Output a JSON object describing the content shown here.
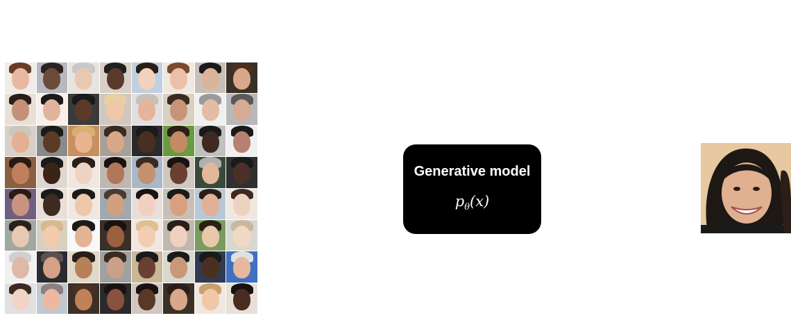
{
  "model": {
    "title": "Generative model",
    "formula_symbol": "p",
    "formula_subscript": "θ",
    "formula_argument": "(x)"
  },
  "face_grid": {
    "rows": 8,
    "columns": 8,
    "cells": [
      [
        "#e8b9a0",
        "#6b4a3a",
        "#e9c8b0",
        "#5a3a2a",
        "#f2d2c0",
        "#ecc0a8",
        "#d9b49a",
        "#d9a88a"
      ],
      [
        "#c49078",
        "#e0b49a",
        "#5b3a2a",
        "#f0c8a8",
        "#e6b49c",
        "#c89478",
        "#e2bca4",
        "#d6aa94"
      ],
      [
        "#e4b094",
        "#5c3a28",
        "#eab490",
        "#d8a888",
        "#4a2e22",
        "#c48a64",
        "#3e2a20",
        "#b88070"
      ],
      [
        "#c08060",
        "#3a2418",
        "#eed2c2",
        "#b07858",
        "#c49070",
        "#6a4030",
        "#e2b89a",
        "#4a3028"
      ],
      [
        "#c89480",
        "#3e2a20",
        "#eec8aa",
        "#d0a080",
        "#f0d0c0",
        "#d8a080",
        "#e0b098",
        "#eed2c0"
      ],
      [
        "#e8c8b0",
        "#f0ccac",
        "#e2b494",
        "#9a6040",
        "#f2cdb0",
        "#f0d0c0",
        "#e8c8a8",
        "#f0d8c4"
      ],
      [
        "#e0b8a8",
        "#d4a088",
        "#b88058",
        "#caa088",
        "#6a4030",
        "#c89878",
        "#4a3020",
        "#e6b8a0"
      ],
      [
        "#f2d4c4",
        "#ecb8a0",
        "#c08058",
        "#8a5040",
        "#5a3828",
        "#d8a888",
        "#f0c8a8",
        "#4a2c20"
      ]
    ],
    "hair": [
      [
        "#6a3a28",
        "#2a2420",
        "#c8c8c8",
        "#202020",
        "#2a1e18",
        "#7a4a30",
        "#1a1a1a",
        "#4a2e20"
      ],
      [
        "#2a1e18",
        "#1a1a1a",
        "#1a1a1a",
        "#e8d0a0",
        "#c8c0b8",
        "#3a2a20",
        "#9a9a9a",
        "#5a5a5a"
      ],
      [
        "#c8c8c0",
        "#1a1a1a",
        "#d8b070",
        "#3a2a20",
        "#1a1a1a",
        "#2a2018",
        "#1a1a1a",
        "#1a1a1a"
      ],
      [
        "#2a1a10",
        "#1a1a1a",
        "#2a1e18",
        "#1a1210",
        "#3a2a20",
        "#1a1210",
        "#b0b0b0",
        "#1a1a1a"
      ],
      [
        "#2a1a14",
        "#1a1a1a",
        "#1a1a1a",
        "#4a3a30",
        "#1a1210",
        "#1a1a1a",
        "#2a1e18",
        "#3a2a20"
      ],
      [
        "#2a2018",
        "#d8b890",
        "#1a1a1a",
        "#1a1210",
        "#e0c090",
        "#2a1e18",
        "#2a2018",
        "#c8b8a0"
      ],
      [
        "#d0d0d0",
        "#5a5050",
        "#2a1e18",
        "#3a2a20",
        "#1a1a1a",
        "#1a1a1a",
        "#1a1a1a",
        "#e0e0e0"
      ],
      [
        "#3a2a20",
        "#8a8080",
        "#4a3020",
        "#1a1210",
        "#1a1210",
        "#2a1e18",
        "#c8a070",
        "#1a1210"
      ]
    ],
    "backgrounds": [
      [
        "#f0ece8",
        "#b8b8c0",
        "#e8e4e0",
        "#d8d0c8",
        "#c0d0e0",
        "#f0e8e0",
        "#c8c0b8",
        "#3a3028"
      ],
      [
        "#e8e0d8",
        "#f8f0e8",
        "#3a3a3a",
        "#d0c8c0",
        "#e0e0e0",
        "#d8d0c0",
        "#f0f0f0",
        "#b8b8b8"
      ],
      [
        "#d8d0c8",
        "#8a8a8a",
        "#c89060",
        "#a8a098",
        "#2a2a2a",
        "#6a9a40",
        "#c0c0c0",
        "#f0f0f0"
      ],
      [
        "#8a6040",
        "#e0d8d0",
        "#f0e8e0",
        "#c0b8b0",
        "#a8b8c8",
        "#d0c8c0",
        "#3a4a3a",
        "#303030"
      ],
      [
        "#706080",
        "#e8e0d8",
        "#f0e8e0",
        "#a0a8b0",
        "#e8e0d8",
        "#c8c0b8",
        "#b8c8d8",
        "#f0e8e0"
      ],
      [
        "#a0a8a0",
        "#d8d0c0",
        "#f8f8f8",
        "#3a3028",
        "#f0e8e0",
        "#c0b8b0",
        "#7a9a60",
        "#d8d8d0"
      ],
      [
        "#f0f0f0",
        "#2a2a30",
        "#e0d8c8",
        "#a0a0a0",
        "#c8b898",
        "#d8d8d0",
        "#303a50",
        "#4070c0"
      ],
      [
        "#e0e0e0",
        "#c0c8d0",
        "#3a3028",
        "#2a2a2a",
        "#d0c8c0",
        "#3a3028",
        "#f0e8e0",
        "#e8e0d8"
      ]
    ]
  },
  "sample": {
    "skin": "#e0b090",
    "hair": "#1e1814",
    "background": "#e8c8a0"
  }
}
